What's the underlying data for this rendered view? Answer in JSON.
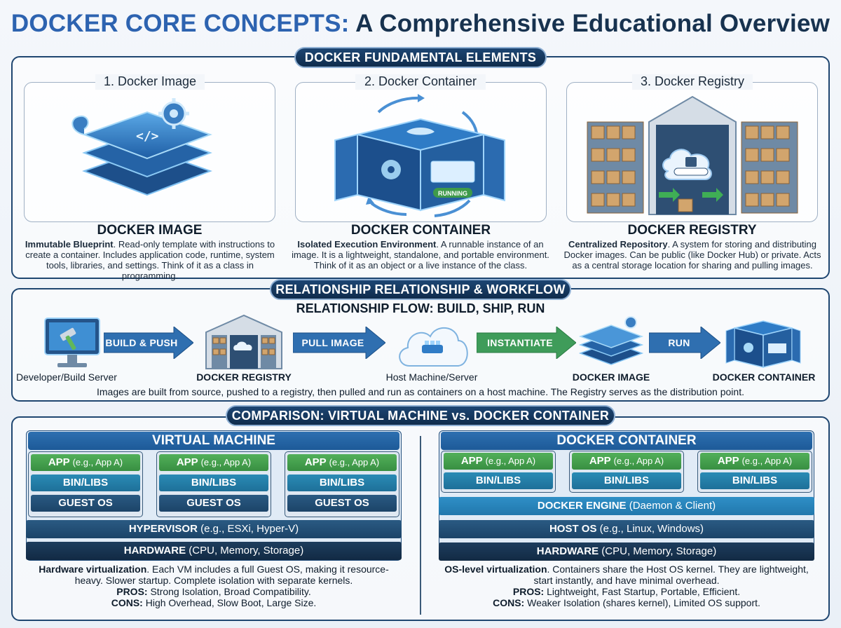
{
  "header": {
    "title_part1": "DOCKER CORE CONCEPTS:",
    "title_part2": "A Comprehensive Educational Overview"
  },
  "colors": {
    "navy": "#17324f",
    "title_blue": "#2d63b0",
    "app_green": "#43a04c",
    "bin_teal": "#2280ab",
    "guest_blue": "#234f77",
    "engine_blue": "#2a86bc",
    "arrow_blue": "#2f6fb0",
    "arrow_green": "#3f9c5a"
  },
  "section1": {
    "pill": "DOCKER FUNDAMENTAL ELEMENTS",
    "cards": [
      {
        "title": "1. Docker Image",
        "heading": "DOCKER IMAGE",
        "lead": "Immutable Blueprint",
        "desc": ". Read-only template with instructions to create a container. Includes application code, runtime, system tools, libraries, and settings. Think of it as a class in programming.",
        "icon": "image-layers-icon"
      },
      {
        "title": "2. Docker Container",
        "heading": "DOCKER CONTAINER",
        "lead": "Isolated Execution Environment",
        "desc": ". A runnable instance of an image. It is a lightweight, standalone, and portable environment. Think of it as an object or a live instance of the class.",
        "badge": "RUNNING",
        "icon": "container-cube-icon"
      },
      {
        "title": "3. Docker Registry",
        "heading": "DOCKER REGISTRY",
        "lead": "Centralized Repository",
        "desc": ". A system for storing and distributing Docker images. Can be public (like Docker Hub) or private. Acts as a central storage location for sharing and pulling images.",
        "icon": "registry-warehouse-icon"
      }
    ]
  },
  "section2": {
    "pill": "RELATIONSHIP RELATIONSHIP & WORKFLOW",
    "subtitle": "RELATIONSHIP FLOW: BUILD, SHIP, RUN",
    "nodes": [
      {
        "label": "Developer/Build Server"
      },
      {
        "label": "DOCKER REGISTRY"
      },
      {
        "label": "Host Machine/Server"
      },
      {
        "label": "DOCKER IMAGE"
      },
      {
        "label": "DOCKER CONTAINER"
      }
    ],
    "arrows": [
      {
        "label": "BUILD & PUSH"
      },
      {
        "label": "PULL IMAGE"
      },
      {
        "label": "INSTANTIATE"
      },
      {
        "label": "RUN"
      }
    ],
    "caption": "Images are built from source, pushed to a registry, then pulled and run as containers on a host machine. The Registry serves as the distribution point."
  },
  "section3": {
    "pill": "COMPARISON: VIRTUAL MACHINE vs. DOCKER CONTAINER",
    "vm": {
      "title": "VIRTUAL MACHINE",
      "app": "APP",
      "app_note": "(e.g., App A)",
      "bin": "BIN/LIBS",
      "guest": "GUEST OS",
      "hypervisor": "HYPERVISOR",
      "hypervisor_note": "(e.g., ESXi, Hyper-V)",
      "hardware": "HARDWARE",
      "hardware_note": "(CPU, Memory, Storage)",
      "desc_lead": "Hardware virtualization",
      "desc": ". Each VM includes a full Guest OS, making it resource-heavy. Slower startup. Complete isolation with separate kernels.",
      "pros_label": "PROS:",
      "pros": " Strong Isolation, Broad Compatibility.",
      "cons_label": "CONS:",
      "cons": " High Overhead, Slow Boot, Large Size."
    },
    "dc": {
      "title": "DOCKER CONTAINER",
      "app": "APP",
      "app_note": "(e.g., App A)",
      "bin": "BIN/LIBS",
      "engine": "DOCKER ENGINE",
      "engine_note": "(Daemon & Client)",
      "hostos": "HOST OS",
      "hostos_note": "(e.g., Linux, Windows)",
      "hardware": "HARDWARE",
      "hardware_note": "(CPU, Memory, Storage)",
      "desc_lead": "OS-level virtualization",
      "desc": ". Containers share the Host OS kernel. They are lightweight, start instantly, and have minimal overhead.",
      "pros_label": "PROS:",
      "pros": " Lightweight, Fast Startup, Portable, Efficient.",
      "cons_label": "CONS:",
      "cons": " Weaker Isolation (shares kernel), Limited OS support."
    }
  }
}
